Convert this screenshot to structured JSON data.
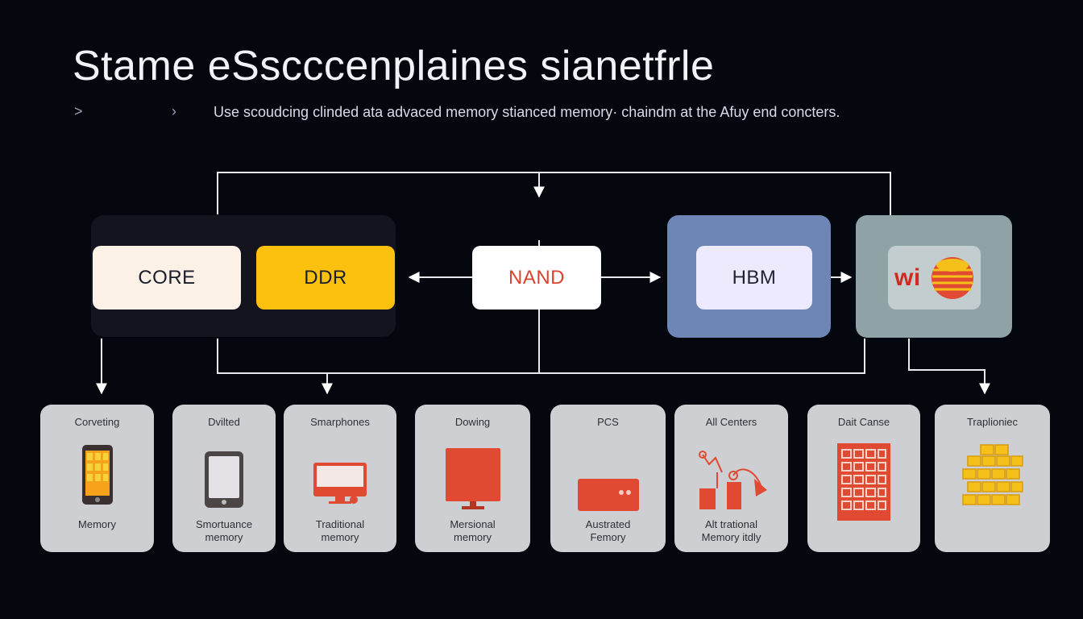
{
  "header": {
    "title": "Stame eSscccenplaines sianetfrle",
    "crumb_a": ">",
    "crumb_b": "›",
    "subtitle": "Use scoudcing clinded ata advaced memory stianced memory· chaindm at the Afuy end concters."
  },
  "nodes": {
    "core": "CORE",
    "ddr": "DDR",
    "nand": "NAND",
    "hbm": "HBM",
    "wi": "wi"
  },
  "colors": {
    "background": "#05070f",
    "ddr": "#fcc10f",
    "nand_text": "#d9432f",
    "hbm_panel": "#6d86b5",
    "wi_panel": "#8fa3a6",
    "card": "#cdcfd2",
    "icon_red": "#e04a32",
    "icon_gold": "#f6c01a"
  },
  "cards": [
    {
      "top": "Corveting",
      "bottom": [
        "Memory",
        ""
      ],
      "icon": "smartphone-icon"
    },
    {
      "top": "Dvilted",
      "bottom": [
        "Smortuance",
        "memory"
      ],
      "icon": "tablet-icon"
    },
    {
      "top": "Smarphones",
      "bottom": [
        "Traditional",
        "memory"
      ],
      "icon": "monitor-icon"
    },
    {
      "top": "Dowing",
      "bottom": [
        "Mersional",
        "memory"
      ],
      "icon": "display-icon"
    },
    {
      "top": "PCS",
      "bottom": [
        "Austrated",
        "Femory"
      ],
      "icon": "memory-stick-icon"
    },
    {
      "top": "All Centers",
      "bottom": [
        "Alt trational",
        "Memory itdly"
      ],
      "icon": "network-flow-icon"
    },
    {
      "top": "Dait Canse",
      "bottom": [
        "",
        ""
      ],
      "icon": "server-grid-icon"
    },
    {
      "top": "Traplioniec",
      "bottom": [
        "",
        ""
      ],
      "icon": "gold-cubes-icon"
    }
  ]
}
